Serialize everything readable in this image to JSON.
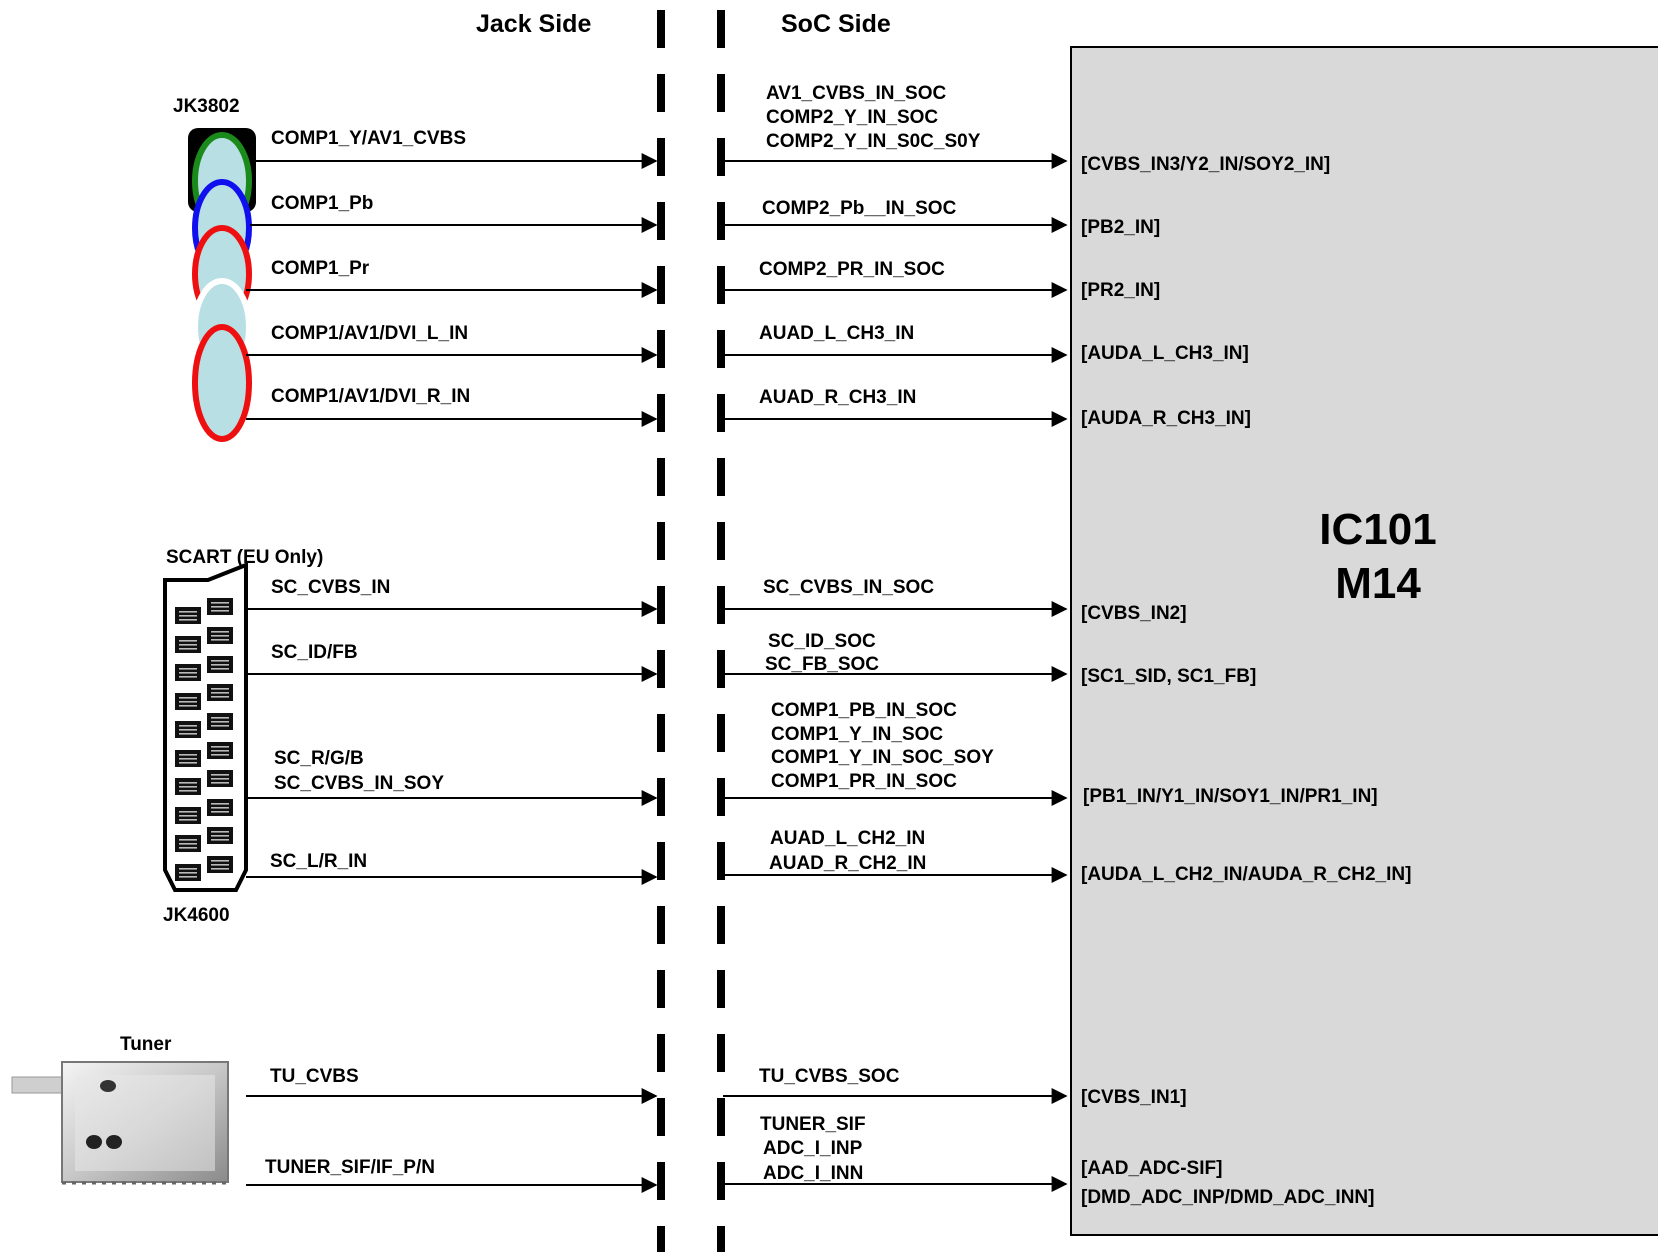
{
  "headers": {
    "jack_side": "Jack Side",
    "soc_side": "SoC Side"
  },
  "ic": {
    "ref": "IC101",
    "name": "M14"
  },
  "components": {
    "jk3802": "JK3802",
    "scart_title": "SCART (EU Only)",
    "jk4600": "JK4600",
    "tuner": "Tuner"
  },
  "rca_ring_colors": [
    "#1a8a1a",
    "#1010ee",
    "#ee1010",
    "#ffffff",
    "#ee1010"
  ],
  "jack_signals": {
    "comp1_y": "COMP1_Y/AV1_CVBS",
    "comp1_pb": "COMP1_Pb",
    "comp1_pr": "COMP1_Pr",
    "audio_l": "COMP1/AV1/DVI_L_IN",
    "audio_r": "COMP1/AV1/DVI_R_IN",
    "sc_cvbs": "SC_CVBS_IN",
    "sc_idfb": "SC_ID/FB",
    "sc_rgb_1": "SC_R/G/B",
    "sc_rgb_2": "SC_CVBS_IN_SOY",
    "sc_lr": "SC_L/R_IN",
    "tu_cvbs": "TU_CVBS",
    "tu_sif": "TUNER_SIF/IF_P/N"
  },
  "soc_signals": {
    "av1_1": "AV1_CVBS_IN_SOC",
    "av1_2": "COMP2_Y_IN_SOC",
    "av1_3": "COMP2_Y_IN_S0C_S0Y",
    "pb2": "COMP2_Pb__IN_SOC",
    "pr2": "COMP2_PR_IN_SOC",
    "l_ch3": "AUAD_L_CH3_IN",
    "r_ch3": "AUAD_R_CH3_IN",
    "sc_cvbs": "SC_CVBS_IN_SOC",
    "sc_id": "SC_ID_SOC",
    "sc_fb": "SC_FB_SOC",
    "comp1_1": "COMP1_PB_IN_SOC",
    "comp1_2": "COMP1_Y_IN_SOC",
    "comp1_3": "COMP1_Y_IN_SOC_SOY",
    "comp1_4": "COMP1_PR_IN_SOC",
    "ch2_l": "AUAD_L_CH2_IN",
    "ch2_r": "AUAD_R_CH2_IN",
    "tu_cvbs": "TU_CVBS_SOC",
    "tu_sif_1": "TUNER_SIF",
    "tu_sif_2": "ADC_I_INP",
    "tu_sif_3": "ADC_I_INN"
  },
  "pins": {
    "cvbs3": "[CVBS_IN3/Y2_IN/SOY2_IN]",
    "pb2": "[PB2_IN]",
    "pr2": "[PR2_IN]",
    "l_ch3": "[AUDA_L_CH3_IN]",
    "r_ch3": "[AUDA_R_CH3_IN]",
    "cvbs2": "[CVBS_IN2]",
    "sc1": "[SC1_SID, SC1_FB]",
    "comp1": "[PB1_IN/Y1_IN/SOY1_IN/PR1_IN]",
    "ch2": "[AUDA_L_CH2_IN/AUDA_R_CH2_IN]",
    "cvbs1": "[CVBS_IN1]",
    "aad": "[AAD_ADC-SIF]",
    "dmd": "[DMD_ADC_INP/DMD_ADC_INN]"
  }
}
